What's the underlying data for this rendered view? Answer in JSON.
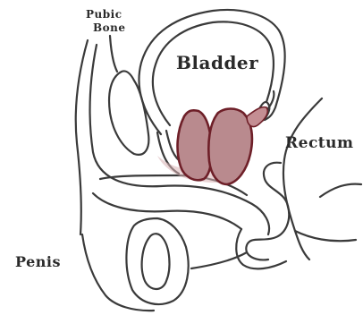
{
  "labels": {
    "pubic_bone_line1": "Pubic",
    "pubic_bone_line2": "Bone",
    "bladder": "Bladder",
    "rectum": "Rectum",
    "penis": "Penis"
  },
  "colors": {
    "outline": "#3a3a3a",
    "prostate_fill": "#b98a8e",
    "prostate_outline": "#6e1f28",
    "tissue_tint": "#d9b2b4",
    "background": "#ffffff"
  }
}
